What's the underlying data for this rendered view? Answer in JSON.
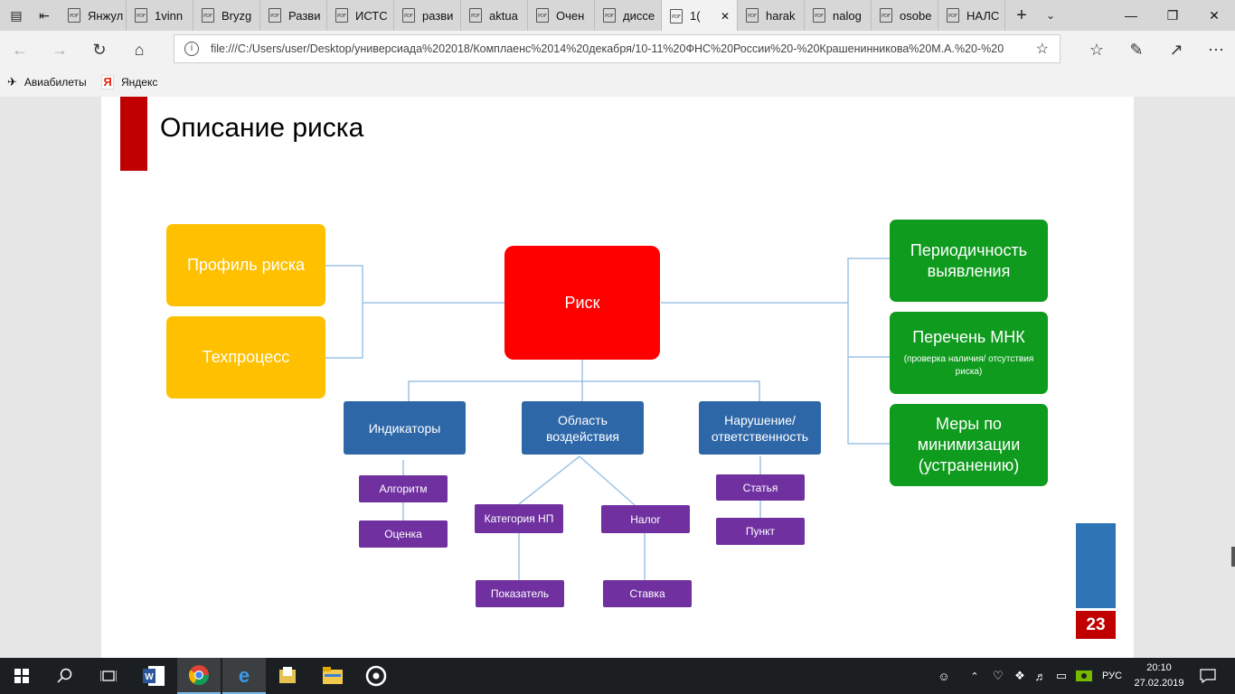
{
  "browser": {
    "tabs": [
      {
        "label": "Янжул"
      },
      {
        "label": "1vinn"
      },
      {
        "label": "Bryzg"
      },
      {
        "label": "Разви"
      },
      {
        "label": "ИСТС"
      },
      {
        "label": "разви"
      },
      {
        "label": "aktua"
      },
      {
        "label": "Очен"
      },
      {
        "label": "диссе"
      },
      {
        "label": "1("
      },
      {
        "label": "harak"
      },
      {
        "label": "nalog"
      },
      {
        "label": "osobe"
      },
      {
        "label": "НАЛС"
      }
    ],
    "active_tab_index": 9,
    "address": "file:///C:/Users/user/Desktop/универсиада%202018/Комплаенс%2014%20декабря/10-11%20ФНС%20России%20-%20Крашенинникова%20М.А.%20-%20",
    "favorites": [
      {
        "label": "Авиабилеты",
        "icon": "plane-icon"
      },
      {
        "label": "Яндекс",
        "icon": "yandex-icon"
      }
    ]
  },
  "slide": {
    "title": "Описание риска",
    "center": "Риск",
    "left_boxes": [
      "Профиль риска",
      "Техпроцесс"
    ],
    "right_boxes": [
      {
        "label": "Периодичность выявления",
        "note": ""
      },
      {
        "label": "Перечень МНК",
        "note": "(проверка наличия/ отсутствия риска)"
      },
      {
        "label": "Меры по минимизации (устранению)",
        "note": ""
      }
    ],
    "blue_boxes": [
      "Индикаторы",
      "Область воздействия",
      "Нарушение/ ответственность"
    ],
    "indicators_children": [
      "Алгоритм",
      "Оценка"
    ],
    "area_children": [
      "Категория НП",
      "Налог"
    ],
    "area_grandchildren": [
      "Показатель",
      "Ставка"
    ],
    "violation_children": [
      "Статья",
      "Пункт"
    ],
    "page_number": "23",
    "colors": {
      "red": "#ff0000",
      "yellow": "#ffc000",
      "green": "#0f9b1e",
      "blue": "#2e67a8",
      "purple": "#7030a0",
      "accent": "#c00000"
    }
  },
  "taskbar": {
    "apps": [
      "start-icon",
      "search-icon",
      "task-view-icon",
      "word-icon",
      "chrome-icon",
      "edge-icon",
      "file-explorer-icon",
      "folder-icon",
      "media-icon"
    ],
    "language": "РУС",
    "time": "20:10",
    "date": "27.02.2019"
  }
}
